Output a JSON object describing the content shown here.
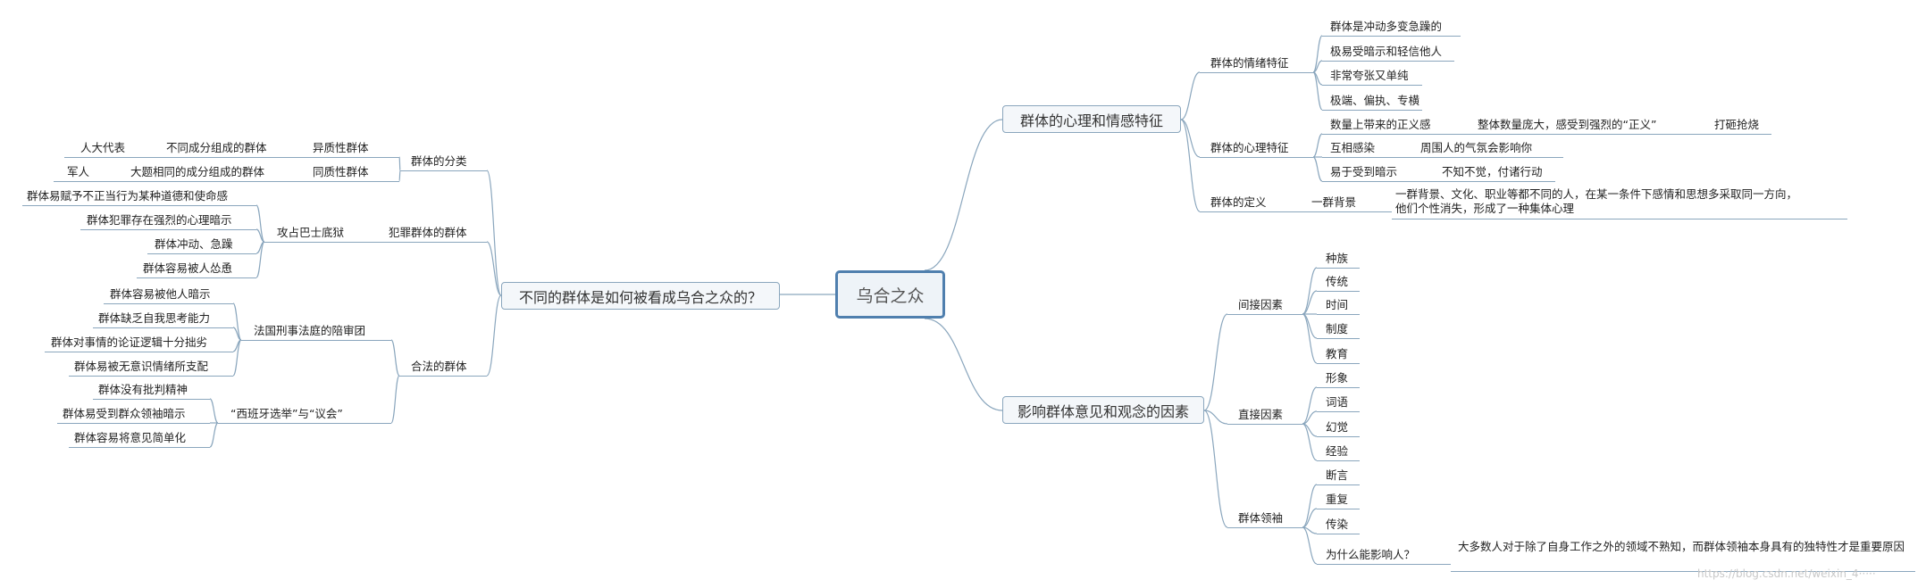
{
  "root": "乌合之众",
  "left": {
    "title": "不同的群体是如何被看成乌合之众的？",
    "classification": {
      "label": "群体的分类",
      "hetero": {
        "label": "异质性群体",
        "desc": "不同成分组成的群体",
        "example": "人大代表"
      },
      "homo": {
        "label": "同质性群体",
        "desc": "大题相同的成分组成的群体",
        "example": "军人"
      }
    },
    "criminal": {
      "label": "犯罪群体的群体",
      "case": "攻占巴士底狱",
      "items": [
        "群体易赋予不正当行为某种道德和使命感",
        "群体犯罪存在强烈的心理暗示",
        "群体冲动、急躁",
        "群体容易被人怂恿"
      ]
    },
    "legal": {
      "label": "合法的群体",
      "jury": {
        "label": "法国刑事法庭的陪审团",
        "items": [
          "群体容易被他人暗示",
          "群体缺乏自我思考能力",
          "群体对事情的论证逻辑十分拙劣",
          "群体易被无意识情绪所支配"
        ]
      },
      "parliament": {
        "label": "“西班牙选举”与“议会”",
        "items": [
          "群体没有批判精神",
          "群体易受到群众领袖暗示",
          "群体容易将意见简单化"
        ]
      }
    }
  },
  "right_top": {
    "title": "群体的心理和情感特征",
    "emotion": {
      "label": "群体的情绪特征",
      "items": [
        "群体是冲动多变急躁的",
        "极易受暗示和轻信他人",
        "非常夸张又单纯",
        "极端、偏执、专横"
      ]
    },
    "psych": {
      "label": "群体的心理特征",
      "items": [
        {
          "label": "数量上带来的正义感",
          "child": "整体数量庞大，感受到强烈的“正义”",
          "leaf": "打砸抢烧"
        },
        {
          "label": "互相感染",
          "child": "周围人的气氛会影响你"
        },
        {
          "label": "易于受到暗示",
          "child": "不知不觉，付诸行动"
        }
      ]
    },
    "definition": {
      "label": "群体的定义",
      "child": "一群背景",
      "text": "一群背景、文化、职业等都不同的人，在某一条件下感情和思想多采取同一方向，他们个性消失，形成了一种集体心理"
    }
  },
  "right_bottom": {
    "title": "影响群体意见和观念的因素",
    "indirect": {
      "label": "间接因素",
      "items": [
        "种族",
        "传统",
        "时间",
        "制度",
        "教育"
      ]
    },
    "direct": {
      "label": "直接因素",
      "items": [
        "形象",
        "词语",
        "幻觉",
        "经验"
      ]
    },
    "leader": {
      "label": "群体领袖",
      "items": [
        "断言",
        "重复",
        "传染"
      ],
      "why": {
        "label": "为什么能影响人？",
        "text": "大多数人对于除了自身工作之外的领域不熟知，而群体领袖本身具有的独特性才是重要原因"
      }
    }
  },
  "watermark": "https://blog.csdn.net/weixin_4·····"
}
